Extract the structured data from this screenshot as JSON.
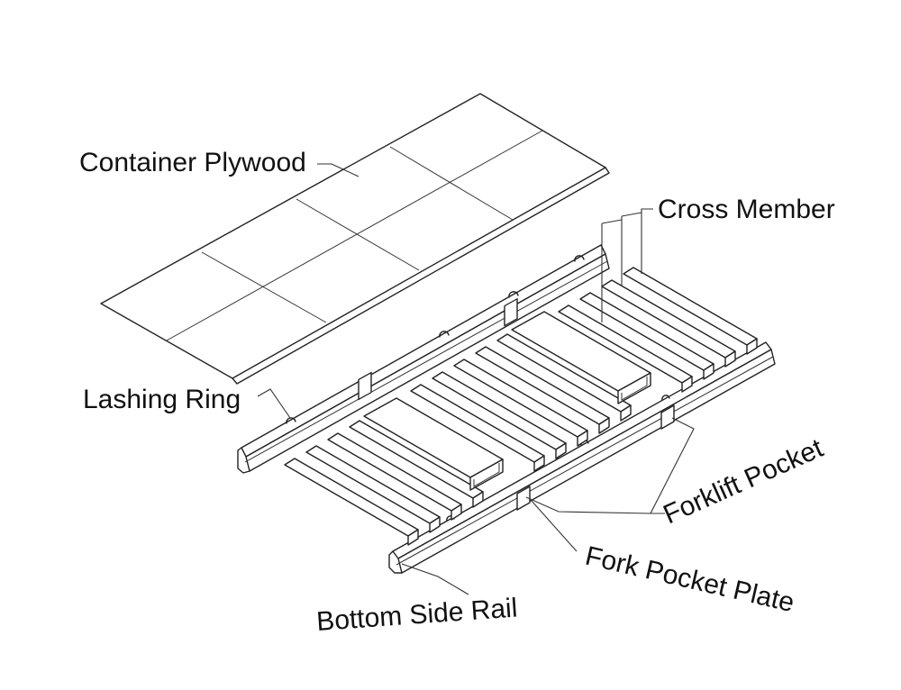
{
  "labels": {
    "container_plywood": "Container Plywood",
    "cross_member": "Cross Member",
    "lashing_ring": "Lashing Ring",
    "forklift_pocket": "Forklift Pocket",
    "fork_pocket_plate": "Fork Pocket Plate",
    "bottom_side_rail": "Bottom Side Rail"
  },
  "colors": {
    "line": "#222222",
    "background": "#ffffff",
    "panel_shade": "#e6e6e6"
  }
}
